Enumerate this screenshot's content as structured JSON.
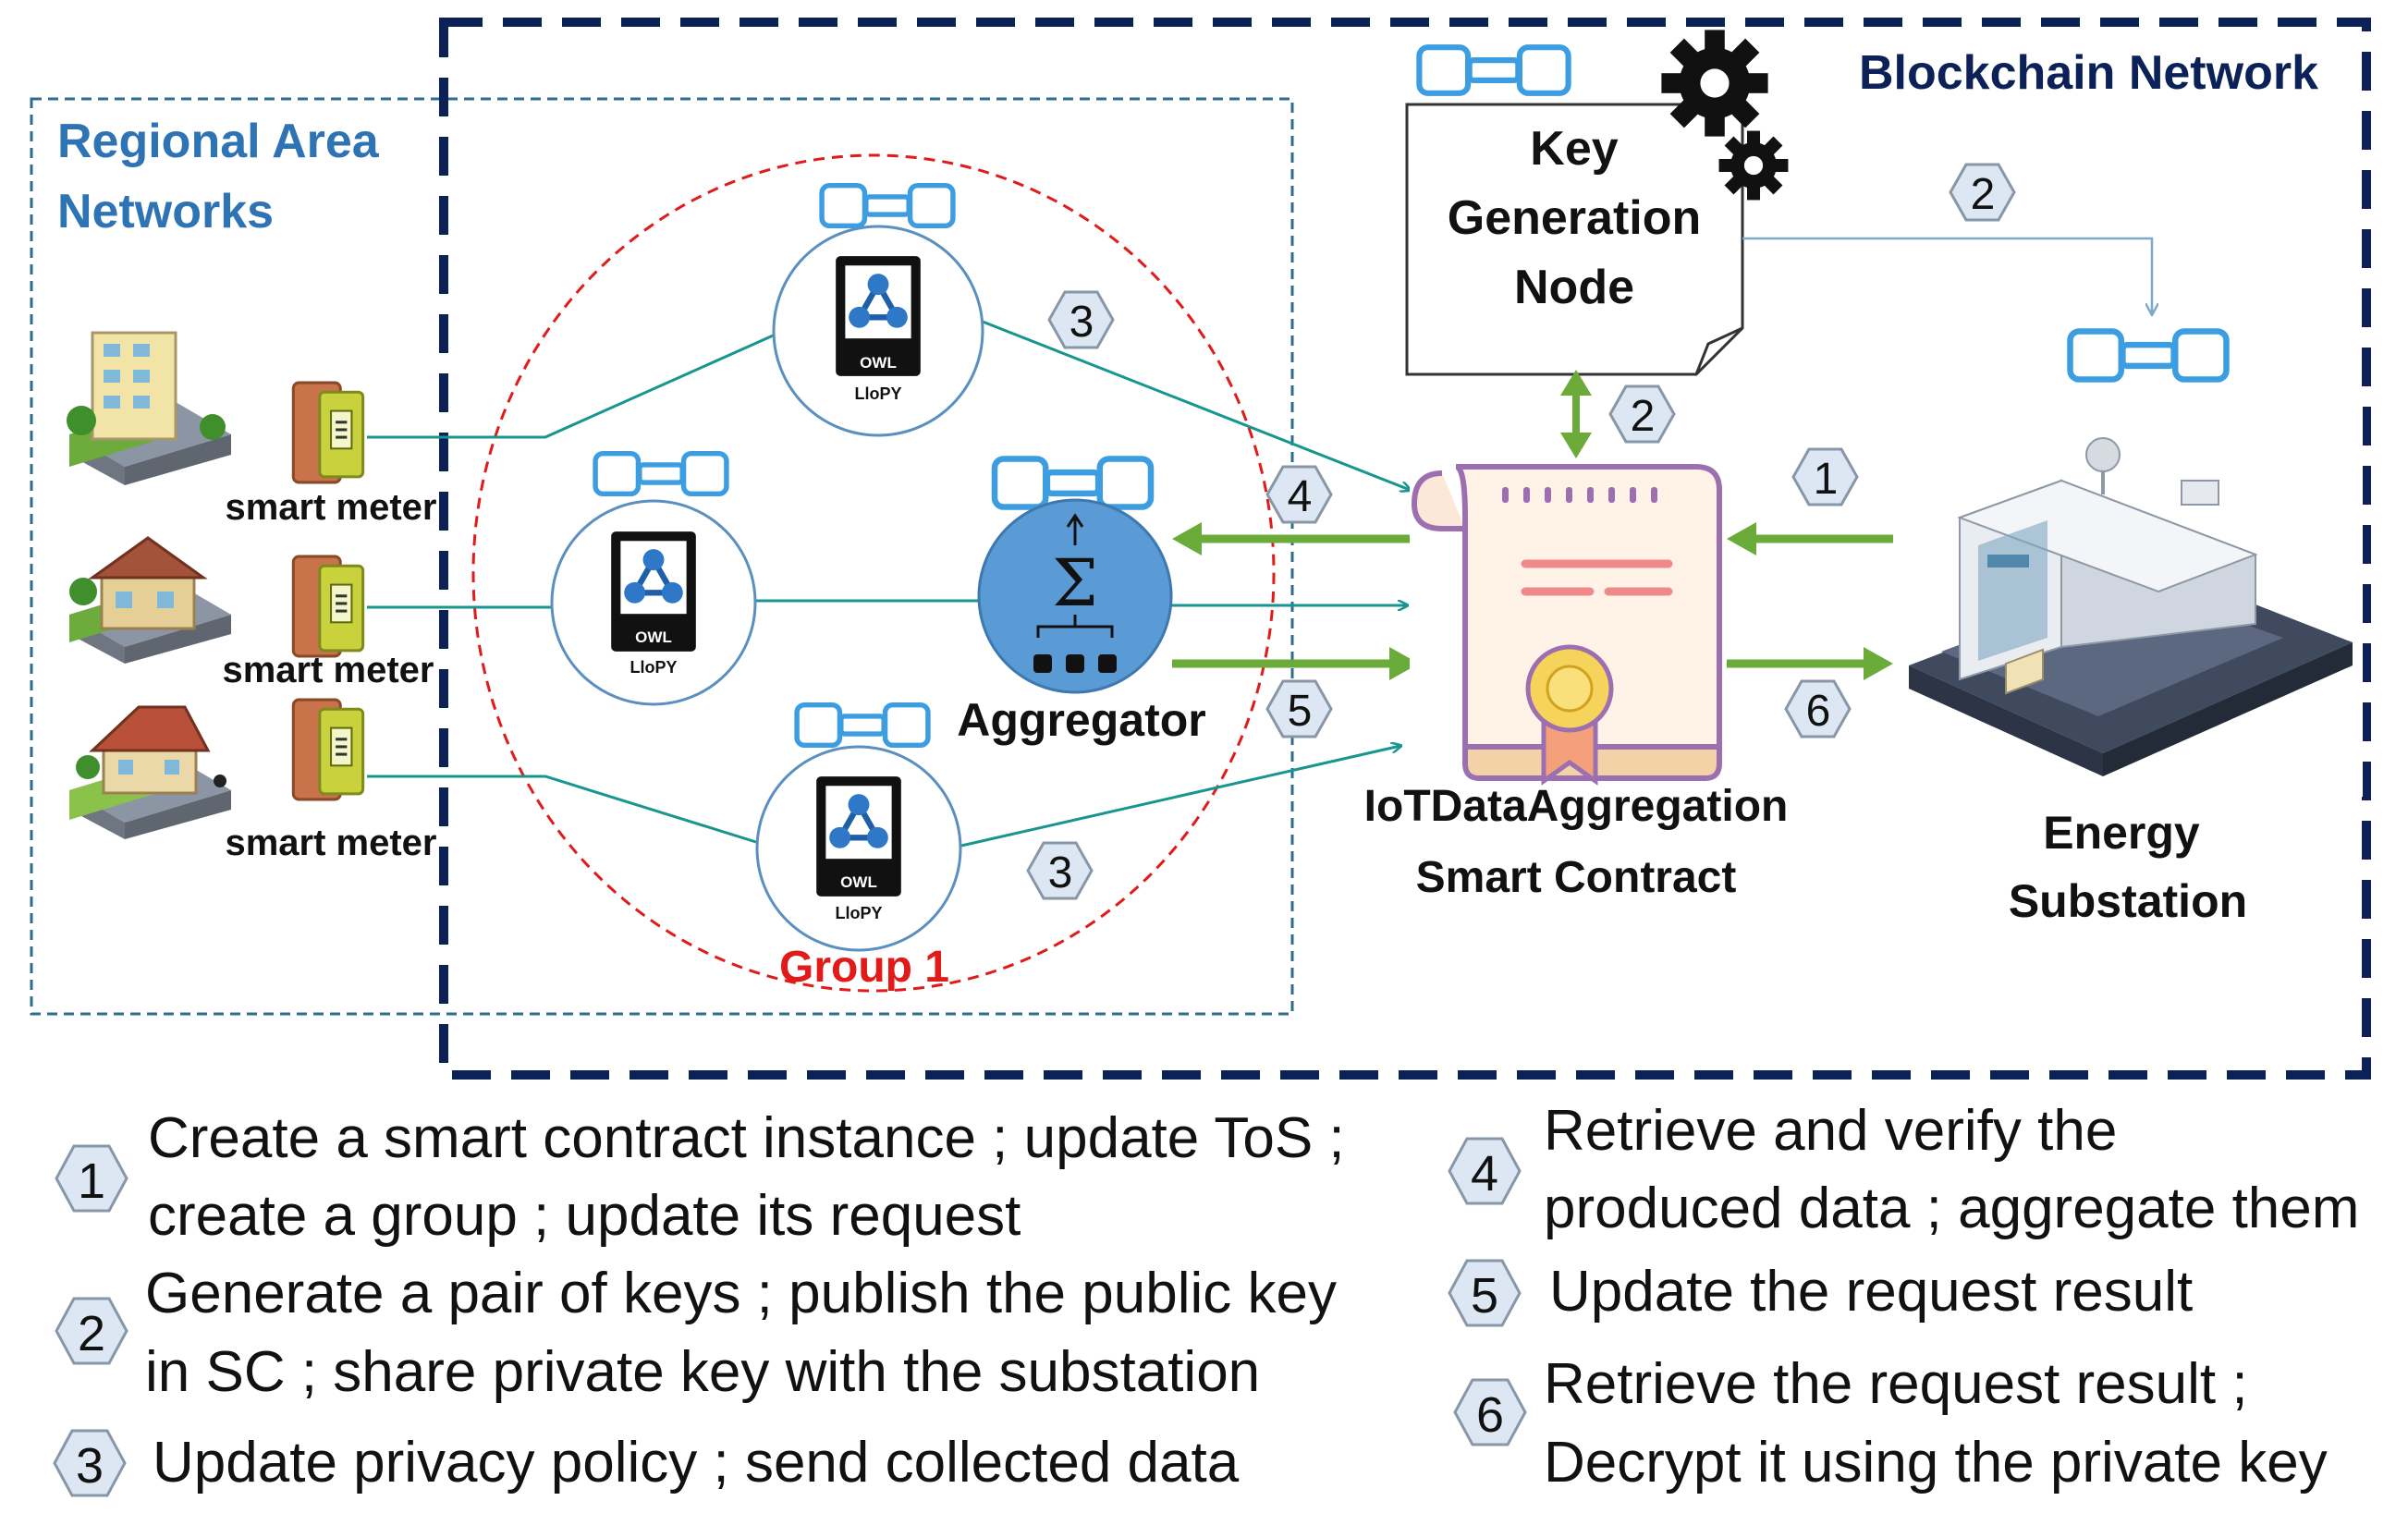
{
  "blockchain_title": "Blockchain Network",
  "ran_title_line1": "Regional Area",
  "ran_title_line2": "Networks",
  "key_node": {
    "line1": "Key",
    "line2": "Generation",
    "line3": "Node"
  },
  "smart_contract": {
    "line1": "IoTDataAggregation",
    "line2": "Smart Contract"
  },
  "substation": {
    "line1": "Energy",
    "line2": "Substation"
  },
  "aggregator_label": "Aggregator",
  "aggregator_symbol": "Σ",
  "group_label": "Group 1",
  "smart_meter_label": "smart meter",
  "owl_label": "OWL",
  "llopy_label": "LloPY",
  "step_badges": {
    "s1": "1",
    "s2a": "2",
    "s2b": "2",
    "s3a": "3",
    "s3b": "3",
    "s4": "4",
    "s5": "5",
    "s6": "6"
  },
  "legend": [
    {
      "num": "1",
      "line1": "Create a smart contract instance ; update ToS ;",
      "line2": "create a group ; update its request"
    },
    {
      "num": "2",
      "line1": "Generate a pair of keys ; publish the public key",
      "line2": "in SC ; share private key with the substation"
    },
    {
      "num": "3",
      "line1": "Update privacy policy ; send collected data",
      "line2": ""
    },
    {
      "num": "4",
      "line1": "Retrieve and verify the",
      "line2": "produced data ; aggregate them"
    },
    {
      "num": "5",
      "line1": "Update the request result",
      "line2": ""
    },
    {
      "num": "6",
      "line1": "Retrieve the request result ;",
      "line2": "Decrypt it using the private key"
    }
  ],
  "colors": {
    "navy_dash": "#0b2157",
    "ran_dash": "#2e6d8e",
    "group_dash": "#e11a1a",
    "teal_line": "#17958f",
    "green_arrow": "#6aab3a",
    "title_blue": "#2e74b5",
    "badge_fill": "#dce7f3",
    "aggregator_fill": "#5b9bd5",
    "scroll_fill": "#fff3e8",
    "scroll_stroke": "#9b6fb0",
    "chain_blue": "#3c9de0"
  }
}
